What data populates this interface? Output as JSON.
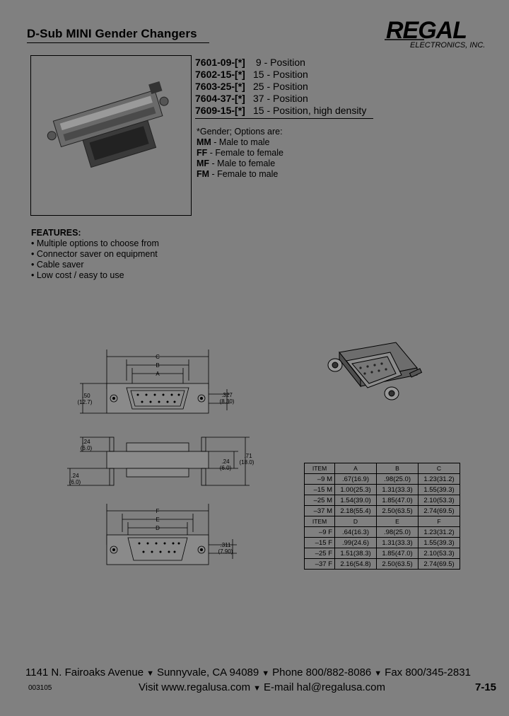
{
  "title": "D-Sub MINI Gender Changers",
  "logo": {
    "name": "REGAL",
    "sub": "ELECTRONICS, INC."
  },
  "parts": [
    {
      "num": "7601-09-[*]",
      "desc": " 9 - Position"
    },
    {
      "num": "7602-15-[*]",
      "desc": "15 - Position"
    },
    {
      "num": "7603-25-[*]",
      "desc": "25 - Position"
    },
    {
      "num": "7604-37-[*]",
      "desc": "37 - Position"
    },
    {
      "num": "7609-15-[*]",
      "desc": "15 - Position,  high density"
    }
  ],
  "options": {
    "header": "*Gender; Options are:",
    "items": [
      {
        "code": "MM",
        "text": " - Male to male"
      },
      {
        "code": "FF",
        "text": " - Female to female"
      },
      {
        "code": "MF",
        "text": " - Male to female"
      },
      {
        "code": "FM",
        "text": " - Female to male"
      }
    ]
  },
  "features": {
    "header": "FEATURES:",
    "items": [
      "• Multiple options to choose from",
      "• Connector saver on equipment",
      "• Cable saver",
      "• Low cost / easy to use"
    ]
  },
  "drawing_labels": {
    "C": "C",
    "B": "B",
    "A": "A",
    "F": "F",
    "E": "E",
    "D": "D",
    "h1": ".50",
    "h1m": "(12.7)",
    "w1": ".327",
    "w1m": "(8.30)",
    "p1": ".24",
    "p1m": "(6.0)",
    "p2": ".24",
    "p2m": "(6.0)",
    "p3": ".24",
    "p3m": "(6.0)",
    "t1": ".71",
    "t1m": "(18.0)",
    "w2": ".311",
    "w2m": "(7.90)"
  },
  "table": {
    "rows": [
      [
        "ITEM",
        "A",
        "B",
        "C"
      ],
      [
        "–9  M",
        ".67(16.9)",
        ".98(25.0)",
        "1.23(31.2)"
      ],
      [
        "–15  M",
        "1.00(25.3)",
        "1.31(33.3)",
        "1.55(39.3)"
      ],
      [
        "–25  M",
        "1.54(39.0)",
        "1.85(47.0)",
        "2.10(53.3)"
      ],
      [
        "–37  M",
        "2.18(55.4)",
        "2.50(63.5)",
        "2.74(69.5)"
      ],
      [
        "ITEM",
        "D",
        "E",
        "F"
      ],
      [
        "–9  F",
        ".64(16.3)",
        ".98(25.0)",
        "1.23(31.2)"
      ],
      [
        "–15  F",
        ".99(24.6)",
        "1.31(33.3)",
        "1.55(39.3)"
      ],
      [
        "–25  F",
        "1.51(38.3)",
        "1.85(47.0)",
        "2.10(53.3)"
      ],
      [
        "–37  F",
        "2.16(54.8)",
        "2.50(63.5)",
        "2.74(69.5)"
      ]
    ]
  },
  "footer": {
    "address": "1141 N. Fairoaks Avenue",
    "city": "Sunnyvale, CA 94089",
    "phone": "Phone 800/882-8086",
    "fax": "Fax 800/345-2831",
    "visit": "Visit www.regalusa.com",
    "email": "E-mail  hal@regalusa.com",
    "docnum": "003105",
    "page": "7-15"
  }
}
